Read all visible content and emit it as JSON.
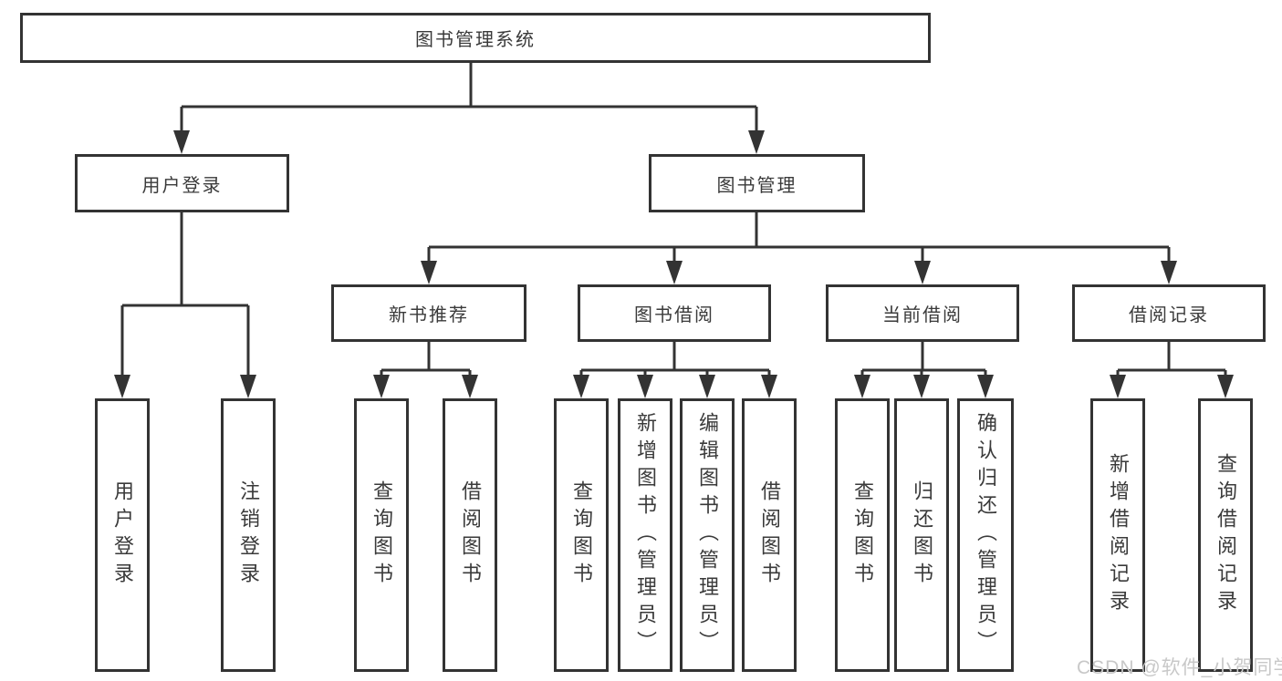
{
  "watermark": "CSDN @软件_小贺同学",
  "colors": {
    "line": "#333333",
    "text": "#3a3a3a",
    "watermark": "#c8c8c8",
    "bg": "#ffffff"
  },
  "tree": {
    "root": "图书管理系统",
    "login": {
      "label": "用户登录",
      "children": [
        "用户登录",
        "注销登录"
      ]
    },
    "manage": {
      "label": "图书管理",
      "sections": [
        {
          "label": "新书推荐",
          "children": [
            "查询图书",
            "借阅图书"
          ]
        },
        {
          "label": "图书借阅",
          "children": [
            "查询图书",
            "新增图书（管理员）",
            "编辑图书（管理员）",
            "借阅图书"
          ]
        },
        {
          "label": "当前借阅",
          "children": [
            "查询图书",
            "归还图书",
            "确认归还（管理员）"
          ]
        },
        {
          "label": "借阅记录",
          "children": [
            "新增借阅记录",
            "查询借阅记录"
          ]
        }
      ]
    }
  }
}
